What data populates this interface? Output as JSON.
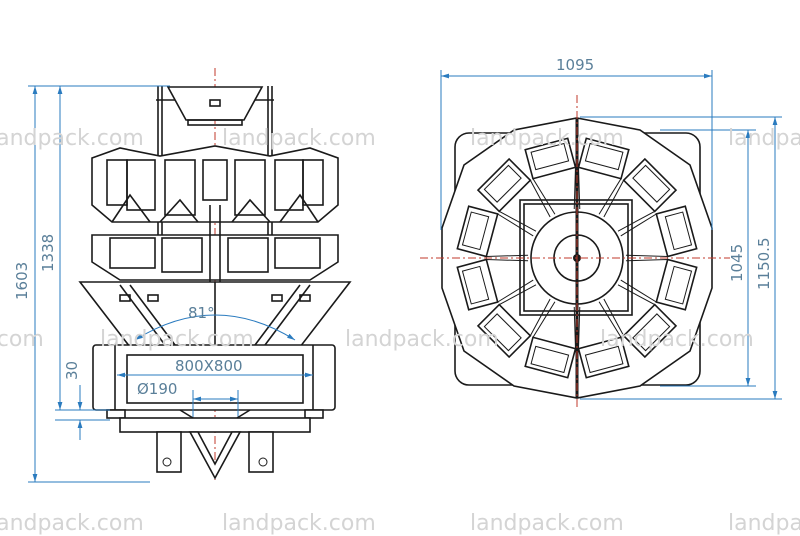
{
  "watermark": "landpack.com",
  "colors": {
    "dimension": "#2a7bbf",
    "centerline": "#c0392b",
    "outline": "#1a1a1a"
  },
  "front_view": {
    "dims": {
      "overall_height": "1603",
      "frame_height": "1338",
      "base_gap": "30",
      "angle": "81°",
      "base_size": "800X800",
      "outlet_diameter": "Ø190"
    }
  },
  "top_view": {
    "dims": {
      "width": "1095",
      "frame_depth": "1045",
      "overall_depth": "1150.5"
    }
  }
}
